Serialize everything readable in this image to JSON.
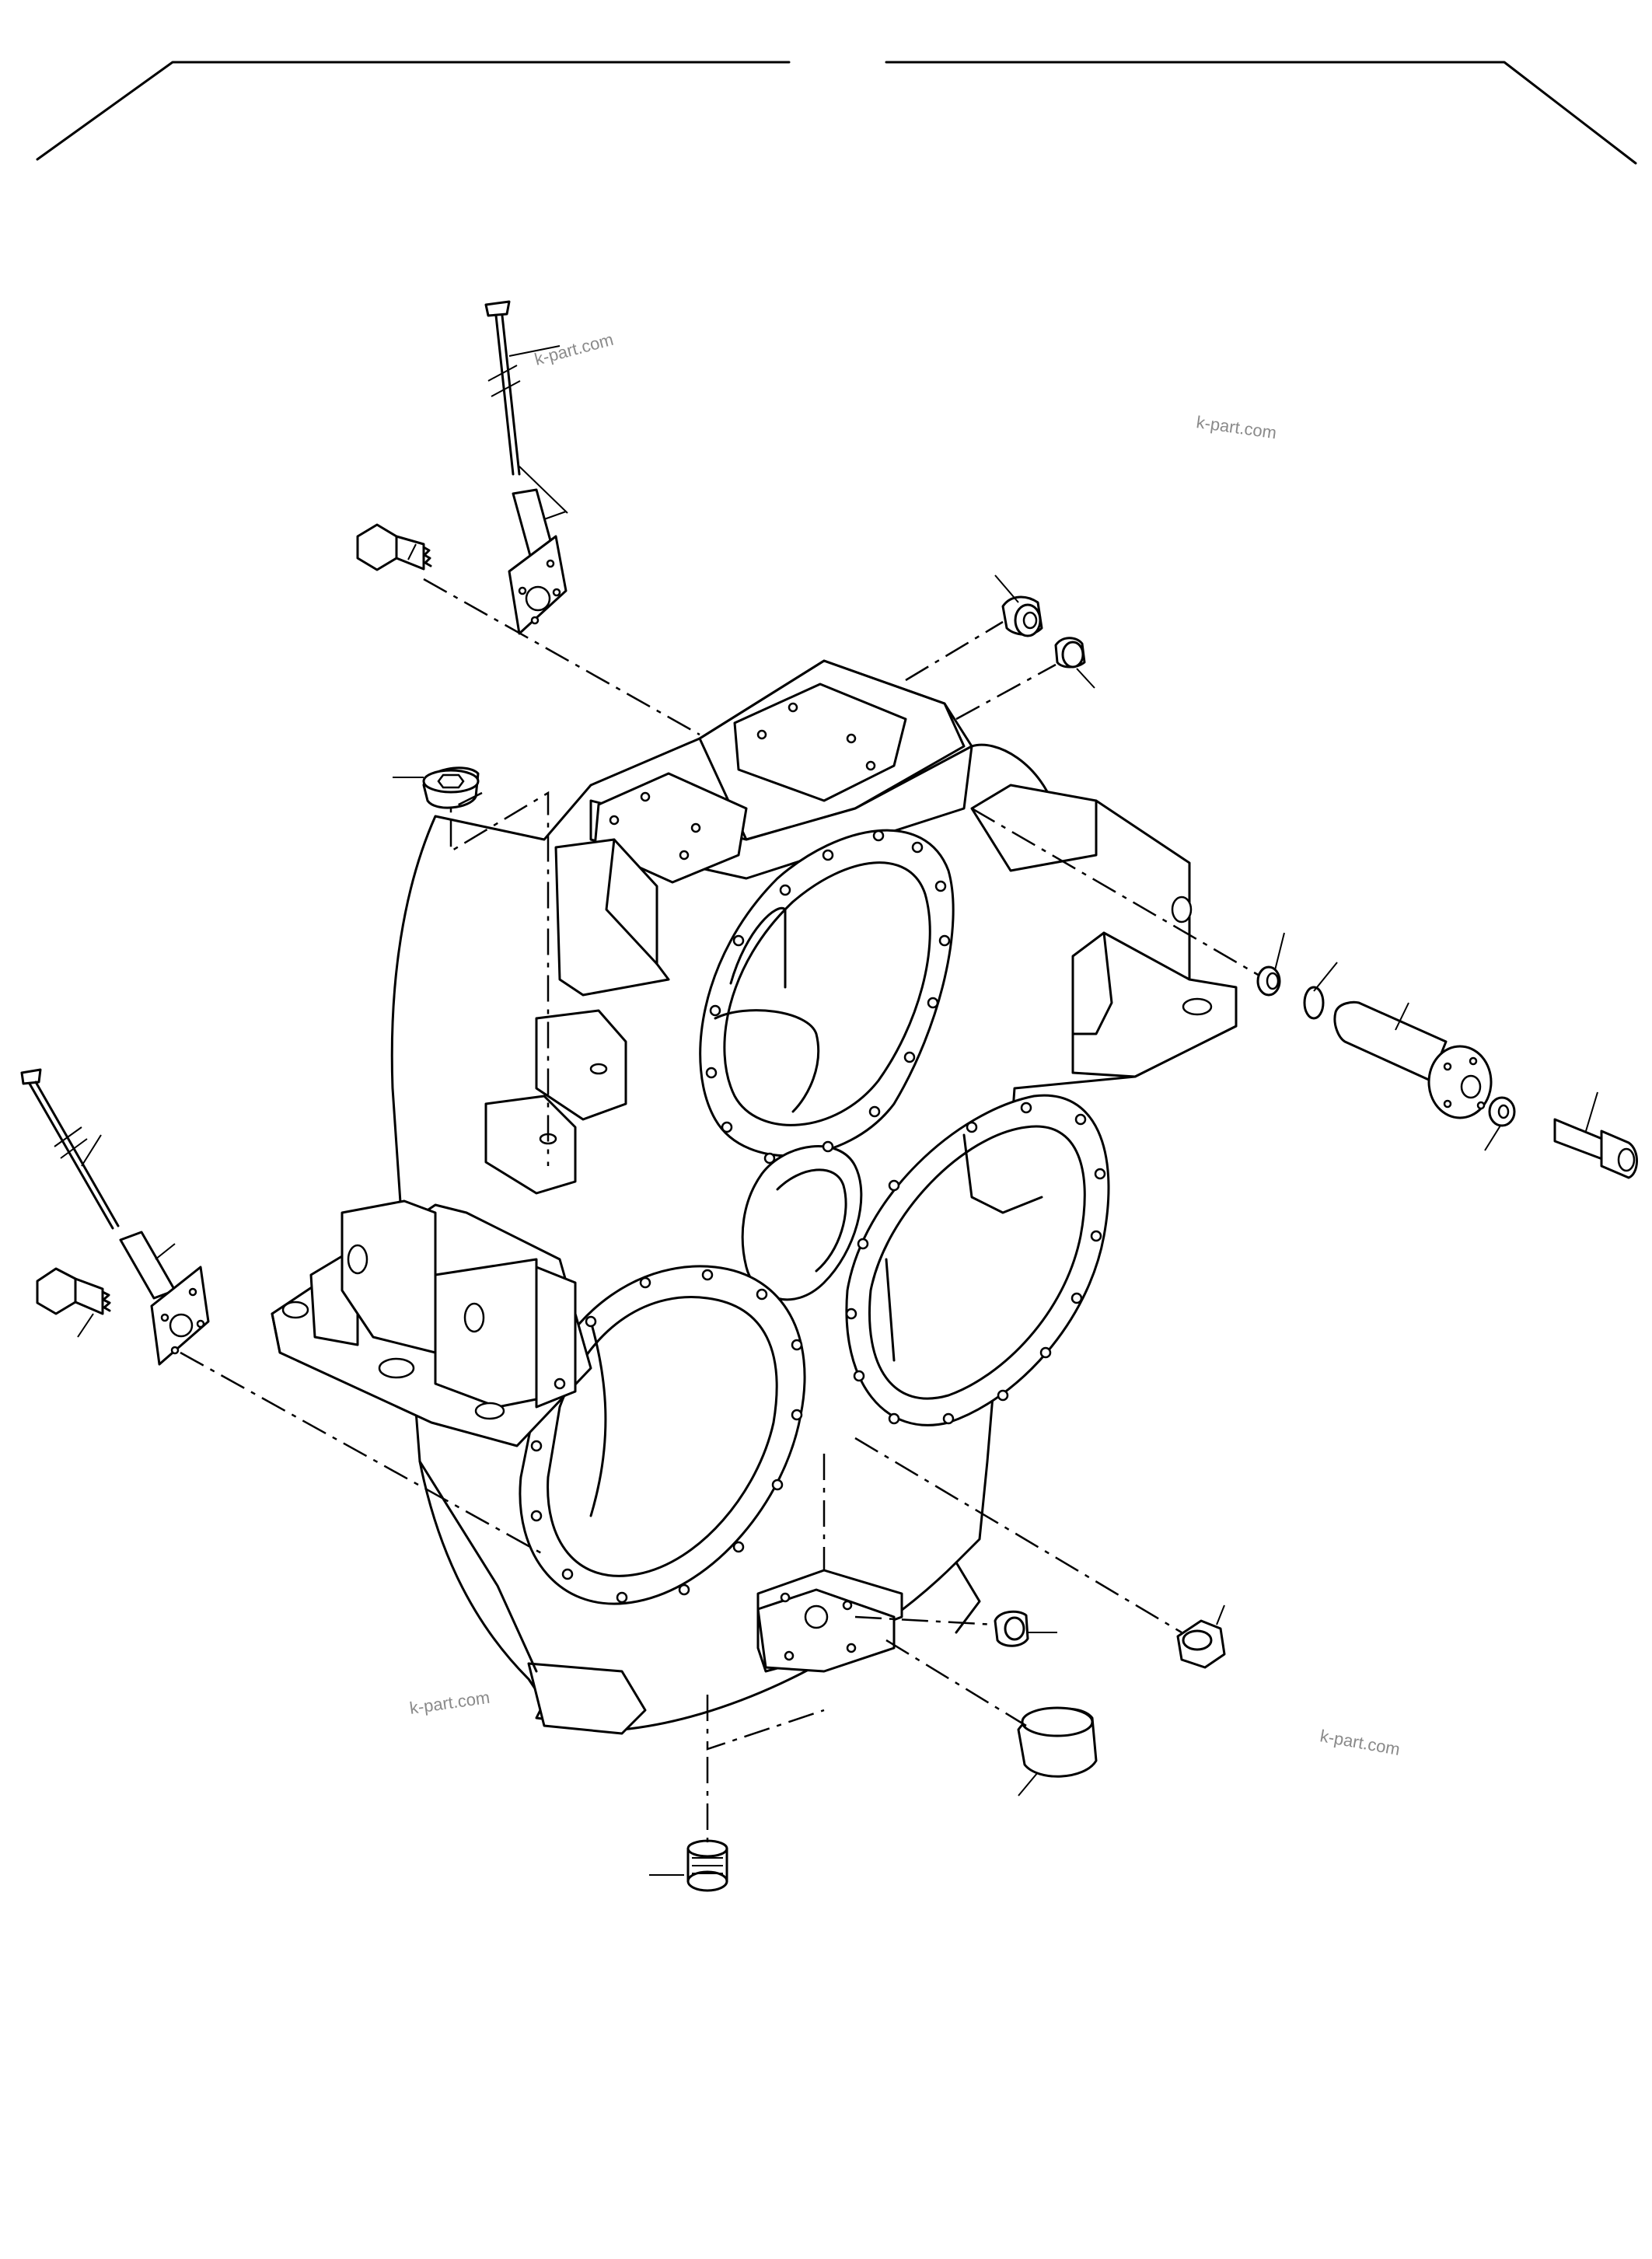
{
  "watermarks": [
    "k-part.com",
    "k-part.com",
    "k-part.com",
    "k-part.com"
  ],
  "colors": {
    "line": "#000000",
    "background": "#ffffff",
    "watermark": "#8a8a8a"
  }
}
